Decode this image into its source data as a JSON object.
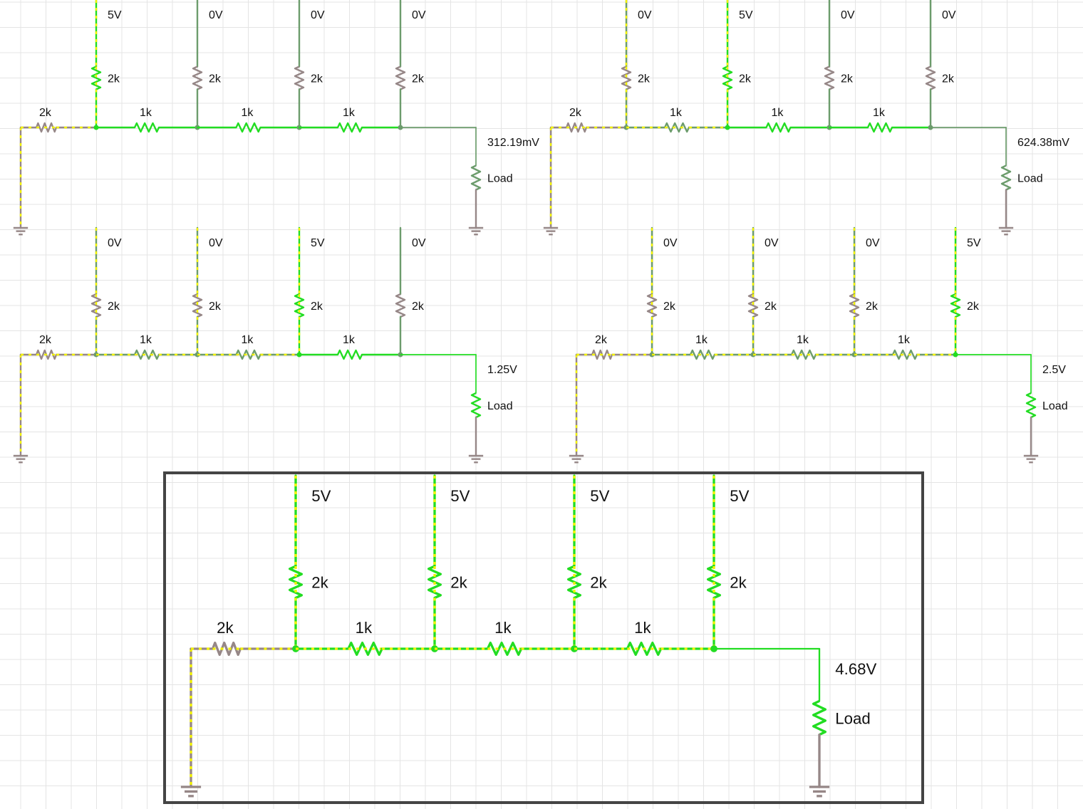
{
  "colors": {
    "grid": "#e4e4e4",
    "wire_off": "#8c8c8c",
    "resistor_off": "#968787",
    "wire_on": "#22dd22",
    "wire_mid": "#6c9c6c",
    "current_dots": "#f2f200",
    "frame": "#444444"
  },
  "circuits": [
    {
      "bits": [
        "5V",
        "0V",
        "0V",
        "0V"
      ],
      "rungs": [
        "2k",
        "2k",
        "2k",
        "2k"
      ],
      "ladder": [
        "2k",
        "1k",
        "1k",
        "1k"
      ],
      "output": "312.19mV",
      "load": "Load"
    },
    {
      "bits": [
        "0V",
        "5V",
        "0V",
        "0V"
      ],
      "rungs": [
        "2k",
        "2k",
        "2k",
        "2k"
      ],
      "ladder": [
        "2k",
        "1k",
        "1k",
        "1k"
      ],
      "output": "624.38mV",
      "load": "Load"
    },
    {
      "bits": [
        "0V",
        "0V",
        "5V",
        "0V"
      ],
      "rungs": [
        "2k",
        "2k",
        "2k",
        "2k"
      ],
      "ladder": [
        "2k",
        "1k",
        "1k",
        "1k"
      ],
      "output": "1.25V",
      "load": "Load"
    },
    {
      "bits": [
        "0V",
        "0V",
        "0V",
        "5V"
      ],
      "rungs": [
        "2k",
        "2k",
        "2k",
        "2k"
      ],
      "ladder": [
        "2k",
        "1k",
        "1k",
        "1k"
      ],
      "output": "2.5V",
      "load": "Load"
    },
    {
      "bits": [
        "5V",
        "5V",
        "5V",
        "5V"
      ],
      "rungs": [
        "2k",
        "2k",
        "2k",
        "2k"
      ],
      "ladder": [
        "2k",
        "1k",
        "1k",
        "1k"
      ],
      "output": "4.68V",
      "load": "Load"
    }
  ]
}
